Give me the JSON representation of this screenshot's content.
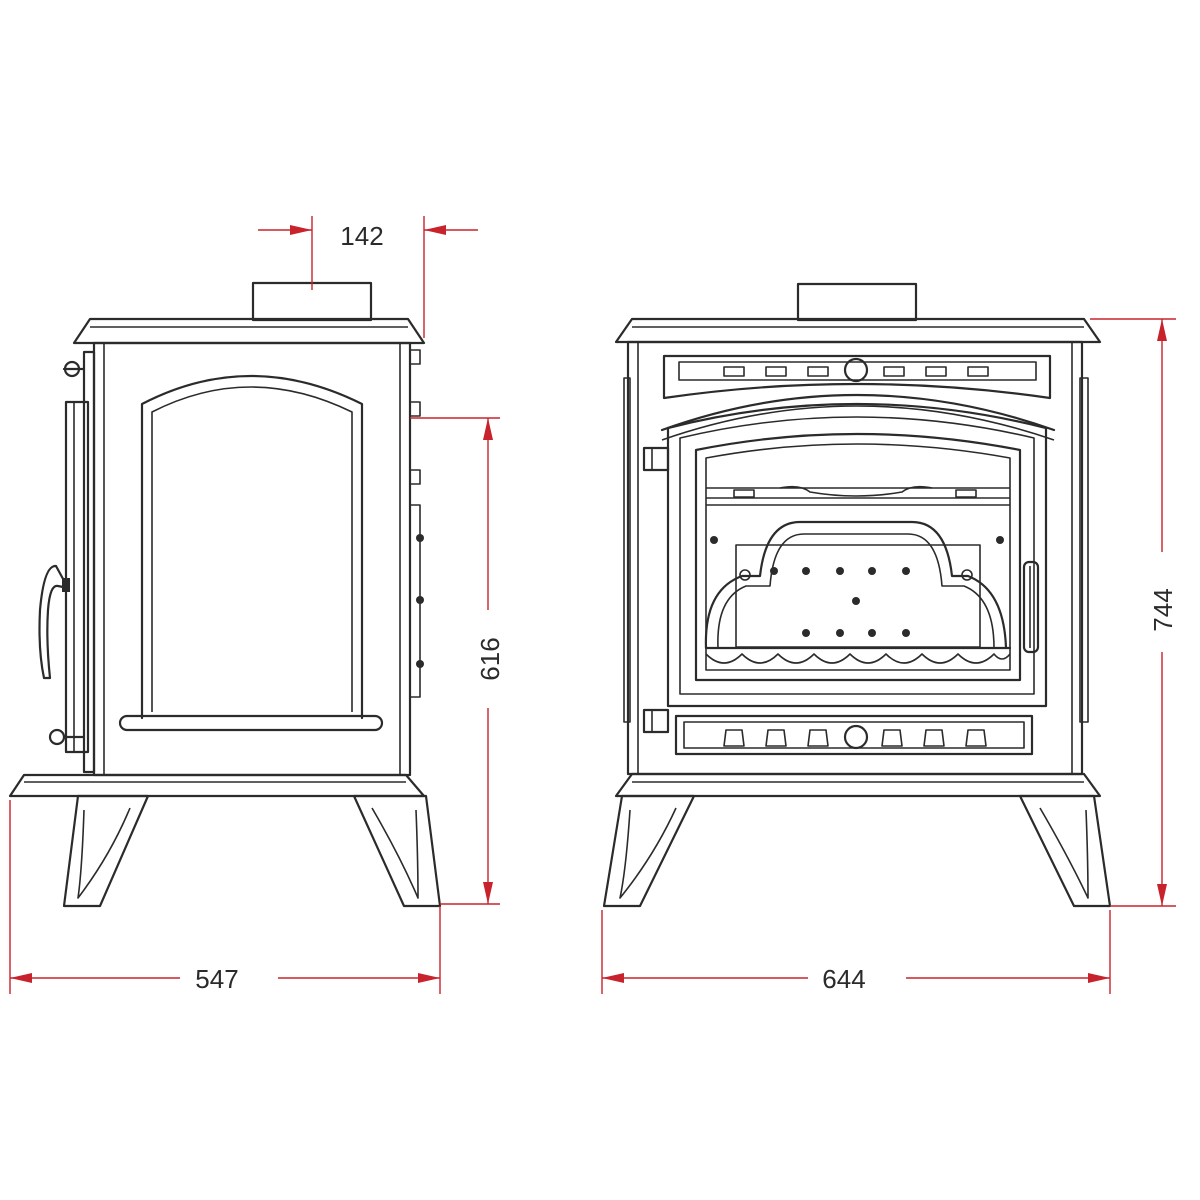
{
  "dimensions": {
    "flue_offset": "142",
    "side_depth": "547",
    "flue_height": "616",
    "front_width": "644",
    "overall_height": "744"
  },
  "colors": {
    "outline": "#2b2b2b",
    "dimension_line": "#c8232c",
    "background": "#ffffff"
  }
}
